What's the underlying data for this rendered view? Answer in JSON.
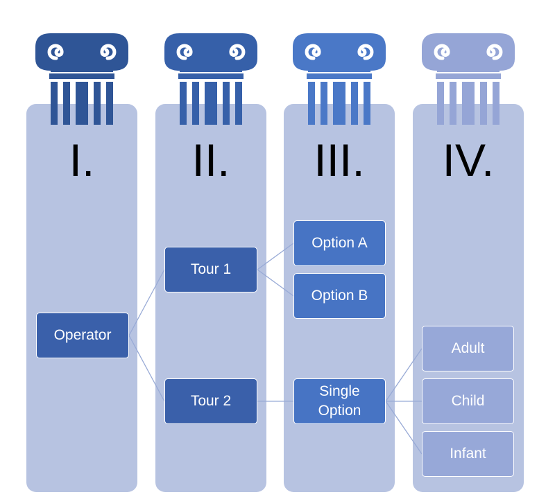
{
  "colors": {
    "column_bg": "#b7c3e1",
    "pillar_1": "#2f5596",
    "pillar_2": "#3660a9",
    "pillar_3": "#4a78c7",
    "pillar_4": "#95a5d6",
    "node_dark": "#3a60aa",
    "node_mid": "#4774c4",
    "node_light": "#97a8d8",
    "connector": "#98aad6"
  },
  "columns": [
    {
      "numeral": "I."
    },
    {
      "numeral": "II."
    },
    {
      "numeral": "III."
    },
    {
      "numeral": "IV."
    }
  ],
  "nodes": {
    "operator": "Operator",
    "tour_1": "Tour 1",
    "tour_2": "Tour 2",
    "option_a": "Option A",
    "option_b": "Option B",
    "single_option": "Single Option",
    "adult": "Adult",
    "child": "Child",
    "infant": "Infant"
  }
}
